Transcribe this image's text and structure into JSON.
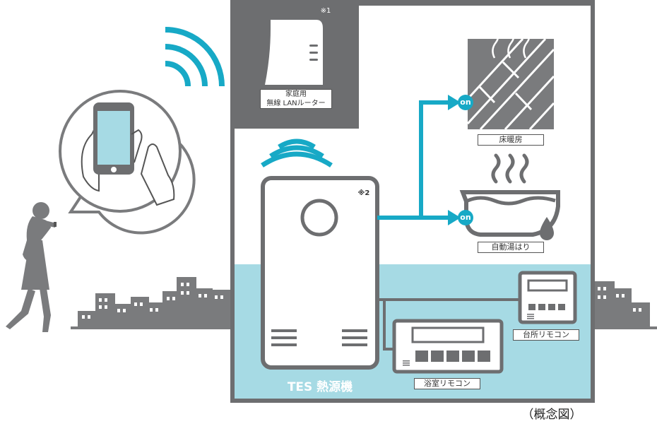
{
  "router": {
    "note": "※1",
    "label_line1": "家庭用",
    "label_line2": "無線 LANルーター"
  },
  "heater": {
    "note": "※2",
    "label": "TES 熱源機"
  },
  "floor_heating": {
    "status": "on",
    "label": "床暖房"
  },
  "auto_bath": {
    "status": "on",
    "label": "自動湯はり"
  },
  "kitchen_remote": {
    "label": "台所リモコン"
  },
  "bath_remote": {
    "label": "浴室リモコン"
  },
  "caption": "（概念図）",
  "colors": {
    "accent": "#17a9c6",
    "water": "#a6dae4",
    "dark": "#6d6e70",
    "frame": "#6d6e70"
  }
}
